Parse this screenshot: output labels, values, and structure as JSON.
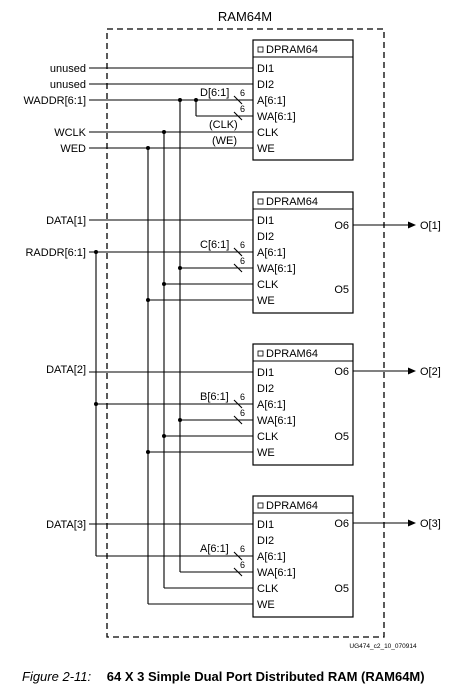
{
  "title": "RAM64M",
  "inputs": {
    "unused1": "unused",
    "unused2": "unused",
    "waddr": "WADDR[6:1]",
    "wclk": "WCLK",
    "wed": "WED",
    "data1": "DATA[1]",
    "raddr": "RADDR[6:1]",
    "data2": "DATA[2]",
    "data3": "DATA[3]"
  },
  "block_title": "DPRAM64",
  "pins": {
    "di1": "DI1",
    "di2": "DI2",
    "a": "A[6:1]",
    "wa": "WA[6:1]",
    "clk": "CLK",
    "we": "WE",
    "o6": "O6",
    "o5": "O5"
  },
  "bus_width": "6",
  "bus_labels": [
    "D[6:1]",
    "C[6:1]",
    "B[6:1]",
    "A[6:1]"
  ],
  "signal_notes": {
    "clk": "(CLK)",
    "we": "(WE)"
  },
  "outputs": [
    "O[1]",
    "O[2]",
    "O[3]"
  ],
  "doc_id": "UG474_c2_10_070914",
  "caption": {
    "figure": "Figure 2-11:",
    "text": "64 X 3 Simple Dual Port Distributed RAM (RAM64M)"
  }
}
